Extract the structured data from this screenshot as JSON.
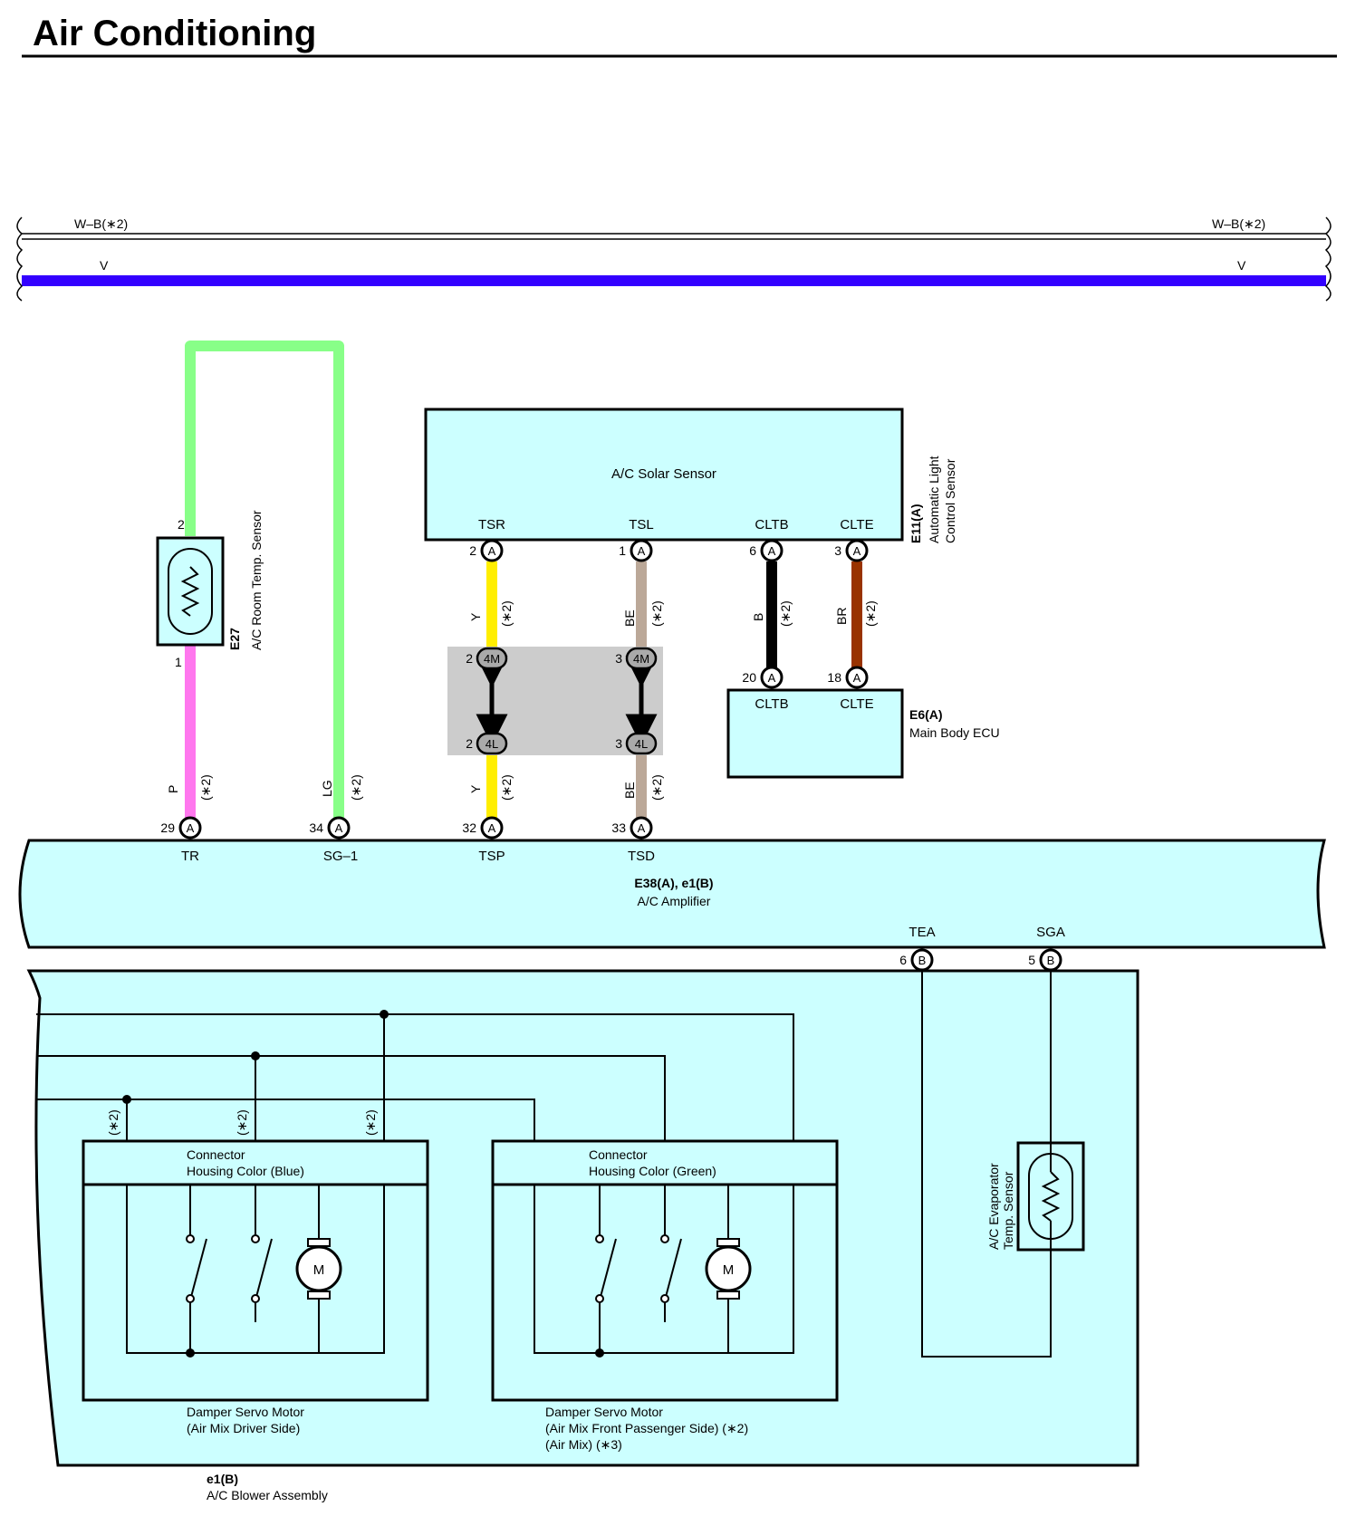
{
  "page_title": "Air Conditioning",
  "wires": {
    "top_bus_label": "W–B(∗2)",
    "blue_bus_label": "V",
    "star2": "(∗2)",
    "room_top": "P",
    "room_ret": "LG",
    "tsp": "Y",
    "tsd": "BE",
    "cltb": "B",
    "clte": "BR"
  },
  "room_sensor": {
    "code": "E27",
    "name": "A/C Room Temp. Sensor",
    "pin_top": "2",
    "pin_bottom": "1"
  },
  "solar_sensor": {
    "name": "A/C Solar Sensor",
    "code": "E11(A)",
    "name2_line1": "Automatic Light",
    "name2_line2": "Control Sensor",
    "terminals": [
      "TSR",
      "TSL",
      "CLTB",
      "CLTE"
    ],
    "pins": [
      "2",
      "1",
      "6",
      "3"
    ],
    "connector": "A"
  },
  "junction": {
    "upper": "4M",
    "lower": "4L",
    "left_pin": "2",
    "right_pin": "3"
  },
  "body_ecu": {
    "code": "E6(A)",
    "name": "Main Body ECU",
    "terminals": [
      "CLTB",
      "CLTE"
    ],
    "pins": [
      "20",
      "18"
    ],
    "connector": "A"
  },
  "amplifier": {
    "code": "E38(A), e1(B)",
    "name": "A/C Amplifier",
    "top_terminals": [
      "TR",
      "SG–1",
      "TSP",
      "TSD"
    ],
    "top_pins": [
      "29",
      "34",
      "32",
      "33"
    ],
    "top_connector": "A",
    "bottom_terminals": [
      "TEA",
      "SGA"
    ],
    "bottom_pins": [
      "6",
      "5"
    ],
    "bottom_connector": "B"
  },
  "blower": {
    "code": "e1(B)",
    "name": "A/C Blower Assembly",
    "motor_symbol": "M",
    "servo_left": {
      "header_line1": "Connector",
      "header_line2": "Housing Color (Blue)",
      "caption_line1": "Damper Servo Motor",
      "caption_line2": "(Air Mix Driver Side)"
    },
    "servo_right": {
      "header_line1": "Connector",
      "header_line2": "Housing Color (Green)",
      "caption_line1": "Damper Servo Motor",
      "caption_line2": "(Air Mix Front Passenger Side) (∗2)",
      "caption_line3": "(Air Mix) (∗3)"
    },
    "evap_sensor_line1": "A/C Evaporator",
    "evap_sensor_line2": "Temp. Sensor"
  },
  "colors": {
    "cyan_fill": "#ccffff",
    "bus_blue": "#3300ff",
    "wire_green": "#88ff88",
    "wire_pink": "#ff77ee",
    "wire_yellow": "#ffee00",
    "wire_beige": "#bba898",
    "wire_black": "#000000",
    "wire_brown": "#993300",
    "junction_gray": "#cccccc"
  }
}
